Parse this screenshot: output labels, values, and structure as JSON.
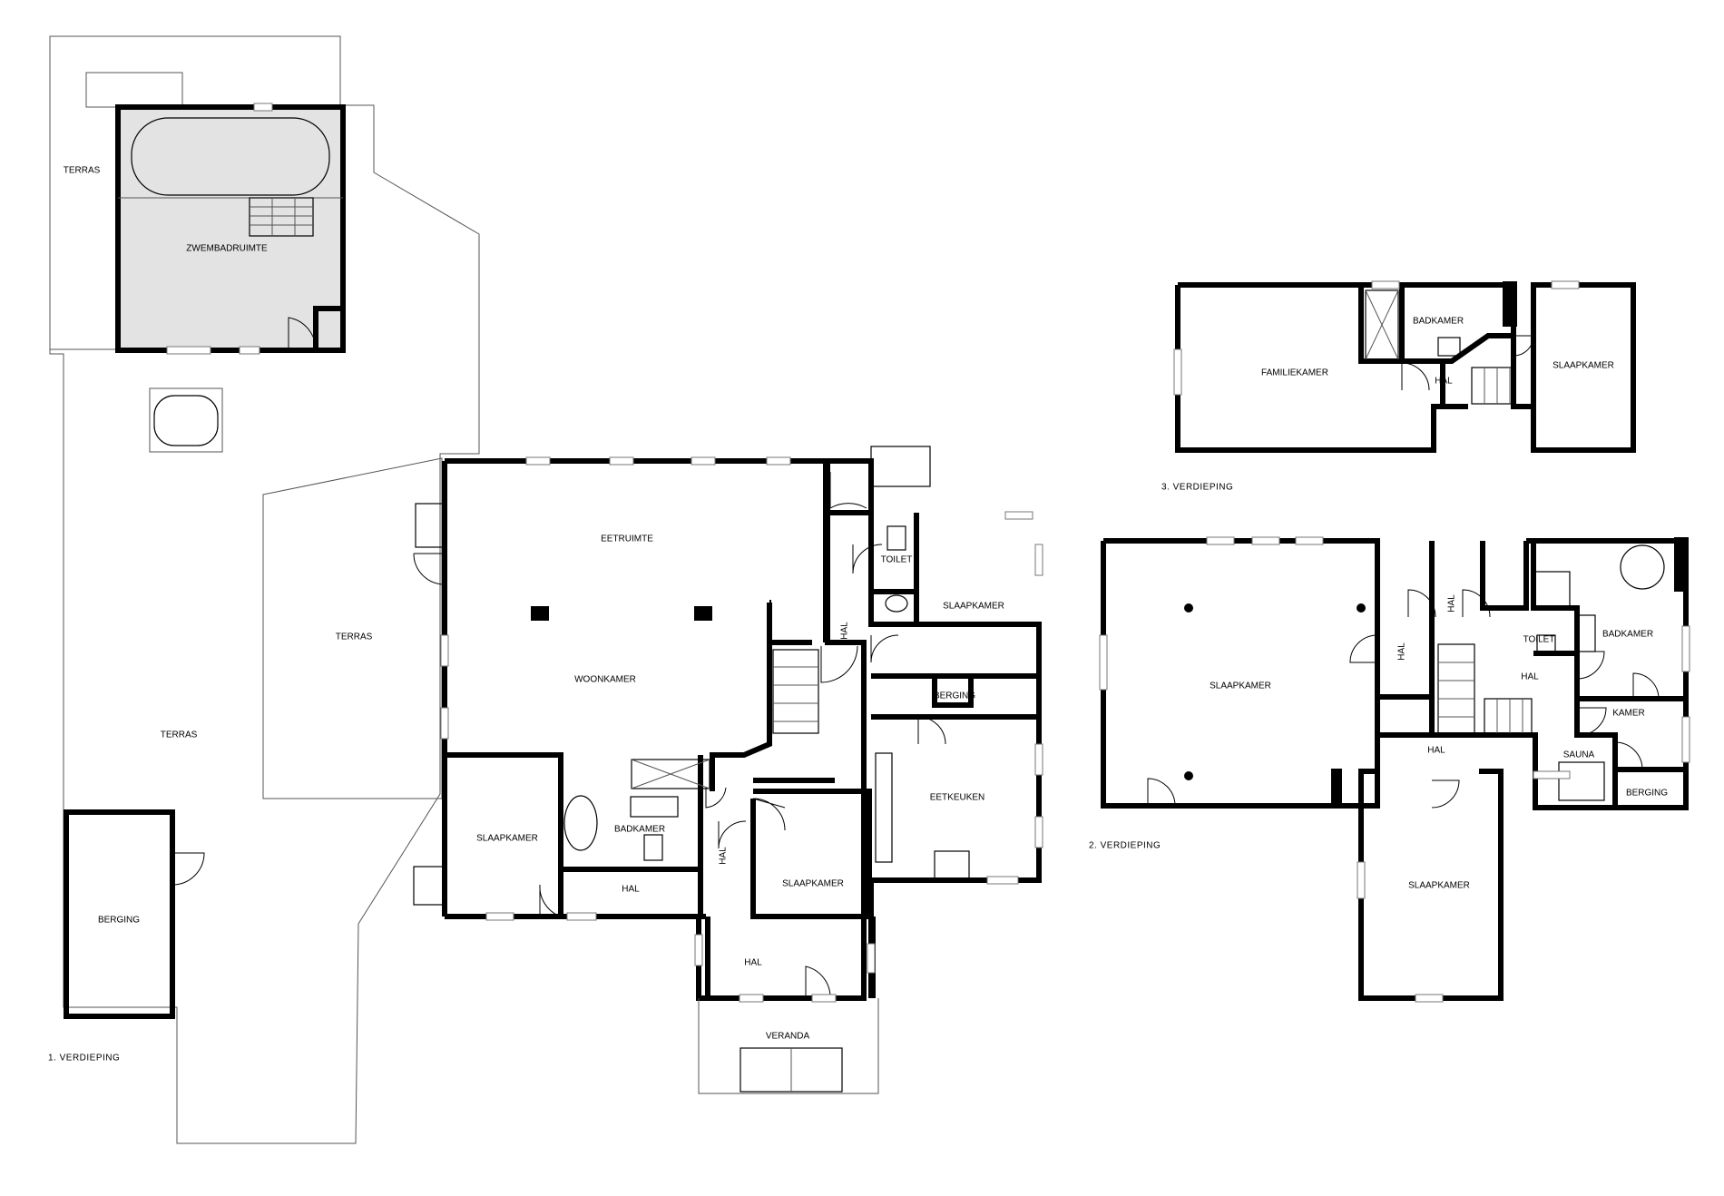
{
  "floors": {
    "first": {
      "label": "1. VERDIEPING",
      "rooms": {
        "terras_top": "TERRAS",
        "zwembadruimte": "ZWEMBADRUIMTE",
        "terras_middle": "TERRAS",
        "terras_left": "TERRAS",
        "berging": "BERGING",
        "eetruimte": "EETRUIMTE",
        "woonkamer": "WOONKAMER",
        "hal_vertical": "HAL",
        "toilet": "TOILET",
        "slaapkamer_ne": "SLAAPKAMER",
        "berging_small": "BERGING",
        "eetkeuken": "EETKEUKEN",
        "slaapkamer_w": "SLAAPKAMER",
        "badkamer": "BADKAMER",
        "hal_bath": "HAL",
        "hal_side": "HAL",
        "slaapkamer_s": "SLAAPKAMER",
        "hal_entry": "HAL",
        "veranda": "VERANDA"
      }
    },
    "second": {
      "label": "2. VERDIEPING",
      "rooms": {
        "slaapkamer_large": "SLAAPKAMER",
        "hal_vertical": "HAL",
        "hal_small": "HAL",
        "toilet": "TOILET",
        "badkamer": "BADKAMER",
        "hal_mid": "HAL",
        "kamer": "KAMER",
        "hal_bottom": "HAL",
        "sauna": "SAUNA",
        "berging": "BERGING",
        "slaapkamer_bottom": "SLAAPKAMER"
      }
    },
    "third": {
      "label": "3. VERDIEPING",
      "rooms": {
        "familiekamer": "FAMILIEKAMER",
        "badkamer": "BADKAMER",
        "hal": "HAL",
        "slaapkamer": "SLAAPKAMER"
      }
    }
  }
}
